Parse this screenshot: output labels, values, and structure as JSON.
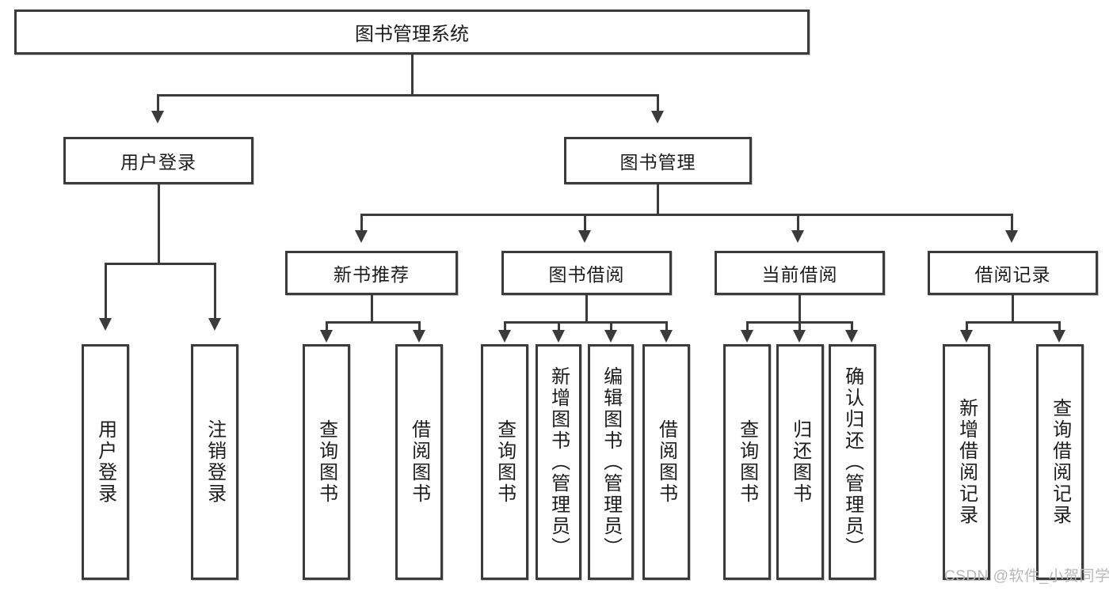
{
  "diagram": {
    "type": "tree",
    "title": "图书管理系统",
    "root": {
      "label": "图书管理系统"
    },
    "level2": [
      {
        "key": "user-login",
        "label": "用户登录"
      },
      {
        "key": "book-management",
        "label": "图书管理"
      }
    ],
    "level3": [
      {
        "key": "new-book-recommend",
        "label": "新书推荐",
        "parent": "book-management"
      },
      {
        "key": "book-borrow",
        "label": "图书借阅",
        "parent": "book-management"
      },
      {
        "key": "current-borrow",
        "label": "当前借阅",
        "parent": "book-management"
      },
      {
        "key": "borrow-record",
        "label": "借阅记录",
        "parent": "book-management"
      }
    ],
    "leaves": {
      "user_login": [
        {
          "key": "leaf-user-login",
          "label": "用户登录"
        },
        {
          "key": "leaf-user-logout",
          "label": "注销登录"
        }
      ],
      "new_book_recommend": [
        {
          "key": "leaf-query-book-1",
          "label": "查询图书"
        },
        {
          "key": "leaf-borrow-book-1",
          "label": "借阅图书"
        }
      ],
      "book_borrow": [
        {
          "key": "leaf-query-book-2",
          "label": "查询图书"
        },
        {
          "key": "leaf-add-book-admin",
          "label": "新增图书（管理员）"
        },
        {
          "key": "leaf-edit-book-admin",
          "label": "编辑图书（管理员）"
        },
        {
          "key": "leaf-borrow-book-2",
          "label": "借阅图书"
        }
      ],
      "current_borrow": [
        {
          "key": "leaf-query-book-3",
          "label": "查询图书"
        },
        {
          "key": "leaf-return-book",
          "label": "归还图书"
        },
        {
          "key": "leaf-confirm-return-admin",
          "label": "确认归还（管理员）"
        }
      ],
      "borrow_record": [
        {
          "key": "leaf-add-borrow-record",
          "label": "新增借阅记录"
        },
        {
          "key": "leaf-query-borrow-record",
          "label": "查询借阅记录"
        }
      ]
    }
  },
  "watermark": {
    "text": "CSDN @软件_小贺同学"
  },
  "colors": {
    "border": "#3b3b3b",
    "background": "#ffffff",
    "text": "#1c1c1c",
    "watermark": "#b9b9b9"
  }
}
